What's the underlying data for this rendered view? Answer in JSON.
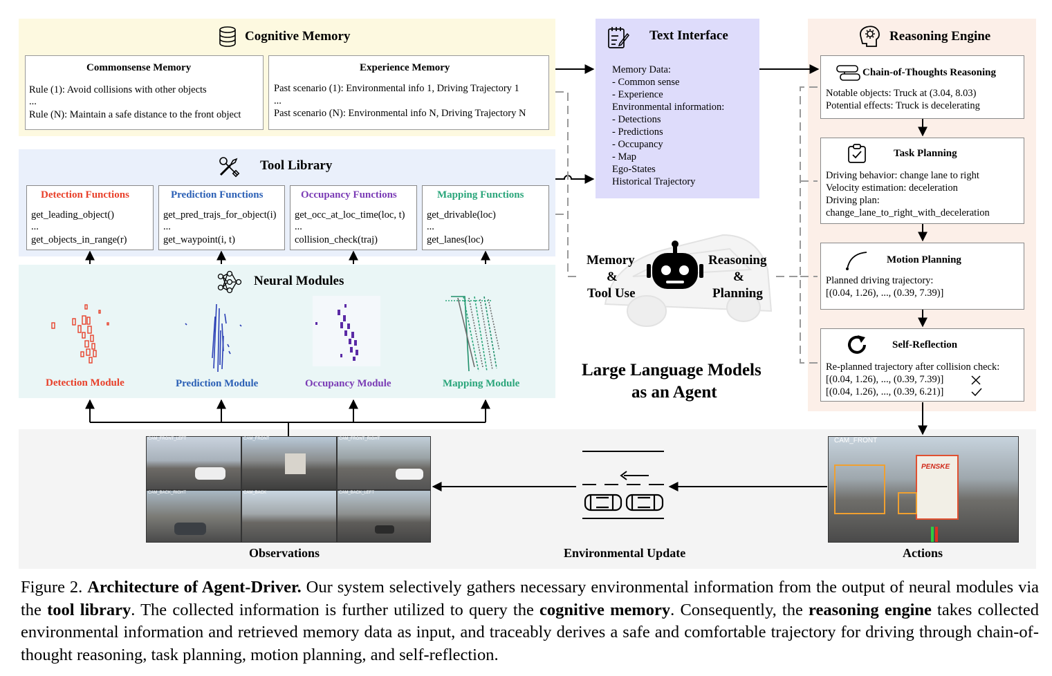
{
  "cognitive_memory": {
    "title": "Cognitive Memory",
    "commonsense": {
      "title": "Commonsense Memory",
      "lines": [
        "Rule (1): Avoid collisions with other objects",
        "...",
        "Rule (N): Maintain a safe distance to the front object"
      ]
    },
    "experience": {
      "title": "Experience Memory",
      "lines": [
        "Past scenario (1): Environmental info 1, Driving Trajectory 1",
        "...",
        "Past scenario (N): Environmental info N, Driving Trajectory N"
      ]
    }
  },
  "tool_library": {
    "title": "Tool Library",
    "functions": [
      {
        "title": "Detection Functions",
        "color": "#e8402a",
        "lines": [
          "get_leading_object()",
          "...",
          "get_objects_in_range(r)"
        ]
      },
      {
        "title": "Prediction Functions",
        "color": "#2a5fb5",
        "lines": [
          "get_pred_trajs_for_object(i)",
          "...",
          "get_waypoint(i, t)"
        ]
      },
      {
        "title": "Occupancy Functions",
        "color": "#7a3bb5",
        "lines": [
          "get_occ_at_loc_time(loc, t)",
          "...",
          "collision_check(traj)"
        ]
      },
      {
        "title": "Mapping Functions",
        "color": "#2aa57a",
        "lines": [
          "get_drivable(loc)",
          "...",
          "get_lanes(loc)"
        ]
      }
    ]
  },
  "neural_modules": {
    "title": "Neural Modules",
    "modules": [
      {
        "label": "Detection Module",
        "color": "#e8402a"
      },
      {
        "label": "Prediction Module",
        "color": "#2a5fb5"
      },
      {
        "label": "Occupancy Module",
        "color": "#7a3bb5"
      },
      {
        "label": "Mapping Module",
        "color": "#2aa57a"
      }
    ]
  },
  "text_interface": {
    "title": "Text Interface",
    "lines": [
      "Memory Data:",
      "- Common sense",
      "- Experience",
      "Environmental information:",
      "- Detections",
      "- Predictions",
      "- Occupancy",
      "- Map",
      "Ego-States",
      "Historical Trajectory"
    ]
  },
  "agent": {
    "left_label": [
      "Memory",
      "&",
      "Tool Use"
    ],
    "right_label": [
      "Reasoning",
      "&",
      "Planning"
    ],
    "title_lines": [
      "Large Language Models",
      "as an Agent"
    ]
  },
  "reasoning_engine": {
    "title": "Reasoning Engine",
    "cot": {
      "title": "Chain-of-Thoughts Reasoning",
      "lines": [
        "Notable objects: Truck at (3.04, 8.03)",
        "Potential effects: Truck is decelerating"
      ]
    },
    "task": {
      "title": "Task Planning",
      "lines": [
        "Driving behavior: change lane to right",
        "Velocity estimation: deceleration",
        "Driving plan:",
        "change_lane_to_right_with_deceleration"
      ]
    },
    "motion": {
      "title": "Motion Planning",
      "lines": [
        "Planned driving trajectory:",
        "[(0.04, 1.26), ..., (0.39, 7.39)]"
      ]
    },
    "reflection": {
      "title": "Self-Reflection",
      "lines": [
        "Re-planned trajectory after collision check:",
        "[(0.04, 1.26), ..., (0.39, 7.39)]",
        "[(0.04, 1.26), ..., (0.39, 6.21)]"
      ]
    }
  },
  "bottom": {
    "observations": "Observations",
    "environmental_update": "Environmental Update",
    "actions": "Actions",
    "cam_labels": [
      "CAM_FRONT_LEFT",
      "CAM_FRONT",
      "CAM_FRONT_RIGHT",
      "CAM_BACK_RIGHT",
      "CAM_BACK",
      "CAM_BACK_LEFT"
    ],
    "action_cam": "CAM_FRONT",
    "truck_text": "PENSKE"
  },
  "caption": {
    "p1": "Figure 2. ",
    "b1": "Architecture of Agent-Driver.",
    "p2": " Our system selectively gathers necessary environmental information from the output of neural modules via the ",
    "b2": "tool library",
    "p3": ". The collected information is further utilized to query the ",
    "b3": "cognitive memory",
    "p4": ". Consequently, the ",
    "b4": "reasoning engine",
    "p5": " takes collected environmental information and retrieved memory data as input, and traceably derives a safe and comfortable trajectory for driving through chain-of-thought reasoning, task planning, motion planning, and self-reflection."
  }
}
